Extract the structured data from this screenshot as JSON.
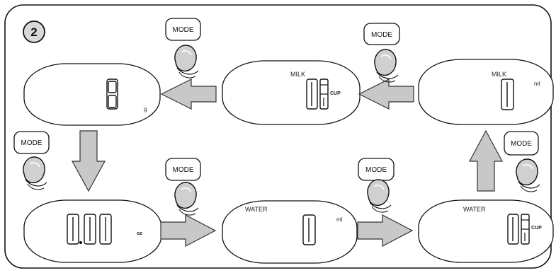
{
  "step": {
    "number": "2"
  },
  "mode_buttons": [
    {
      "label": "MODE"
    },
    {
      "label": "MODE"
    },
    {
      "label": "MODE"
    },
    {
      "label": "MODE"
    },
    {
      "label": "MODE"
    }
  ],
  "displays": {
    "grams": {
      "label": "",
      "value": "0",
      "unit": "g"
    },
    "milk_cup": {
      "label": "MILK",
      "value": "0",
      "unit": "CUP"
    },
    "milk_ml": {
      "label": "MILK",
      "value": "0",
      "unit": "ml"
    },
    "ounces": {
      "label": "",
      "value": "0.00",
      "unit": "oz"
    },
    "water_ml": {
      "label": "WATER",
      "value": "0",
      "unit": "ml"
    },
    "water_cup": {
      "label": "WATER",
      "value": "0",
      "unit": "CUP"
    }
  }
}
